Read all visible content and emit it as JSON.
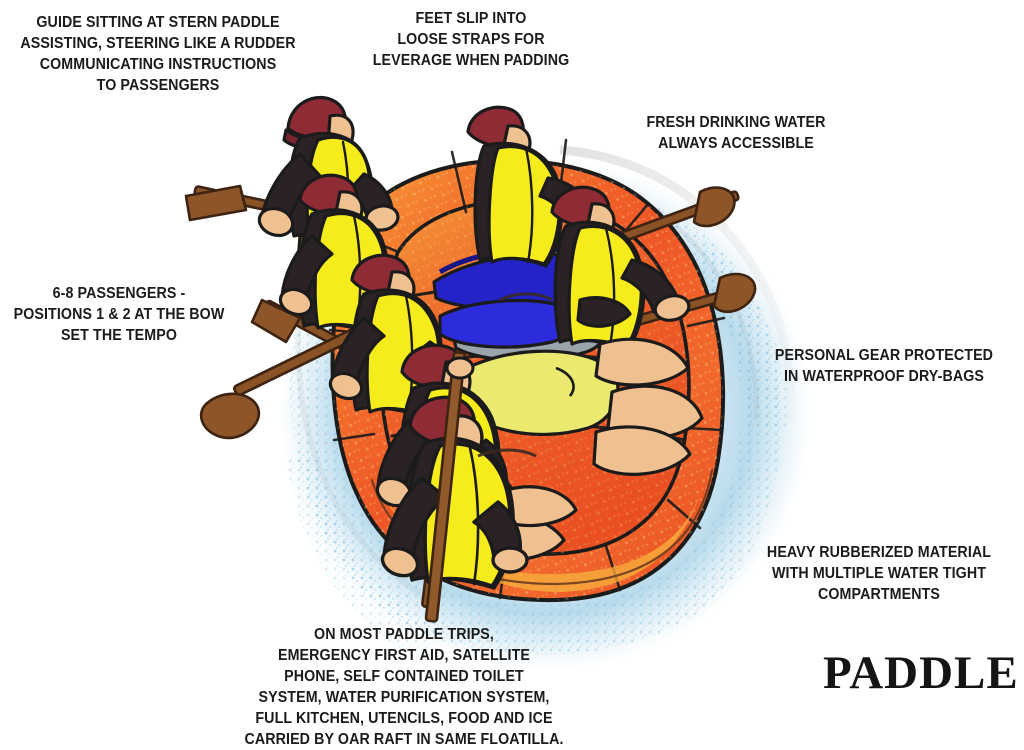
{
  "poster": {
    "title": "PADDLE",
    "background_color": "#ffffff",
    "text_color": "#1b1b1b"
  },
  "callouts": [
    {
      "name": "guide-stern-paddle",
      "text": "GUIDE SITTING AT STERN PADDLE\nASSISTING, STEERING LIKE A RUDDER\nCOMMUNICATING INSTRUCTIONS\nTO PASSENGERS"
    },
    {
      "name": "foot-straps",
      "text": "FEET SLIP INTO\nLOOSE STRAPS FOR\nLEVERAGE WHEN PADDING"
    },
    {
      "name": "drinking-water",
      "text": "FRESH DRINKING WATER\nALWAYS ACCESSIBLE"
    },
    {
      "name": "passenger-positions",
      "text": "6-8 PASSENGERS -\nPOSITIONS 1 & 2 AT THE BOW\nSET THE TEMPO"
    },
    {
      "name": "dry-bags",
      "text": "PERSONAL GEAR PROTECTED\nIN WATERPROOF DRY-BAGS"
    },
    {
      "name": "hull-material",
      "text": "HEAVY RUBBERIZED MATERIAL\nWITH MULTIPLE WATER TIGHT\nCOMPARTMENTS"
    },
    {
      "name": "trip-supplies",
      "text": "ON MOST PADDLE TRIPS,\nEMERGENCY FIRST AID, SATELLITE\nPHONE, SELF CONTAINED TOILET\nSYSTEM, WATER PURIFICATION SYSTEM,\nFULL KITCHEN, UTENCILS, FOOD AND ICE\nCARRIED BY OAR RAFT IN SAME FLOATILLA."
    }
  ],
  "illustration": {
    "subject": "whitewater-paddle-raft",
    "colors": {
      "raft_orange": "#ef5a26",
      "raft_orange_light": "#f88a3c",
      "raft_highlight": "#f7c948",
      "life_vest_yellow": "#f7ec1b",
      "helmet_maroon": "#8e2b35",
      "wetsuit_black": "#231f20",
      "skin": "#efc191",
      "paddle_brown": "#8a5326",
      "dry_bag_blue": "#2323c8",
      "dry_bag_grey": "#9aa4ab",
      "gear_bag_olive": "#e8e86a",
      "water_blue": "#8ec6e2",
      "outline": "#1b1b1b"
    },
    "paddler_count": 7,
    "guide_position": "stern"
  }
}
